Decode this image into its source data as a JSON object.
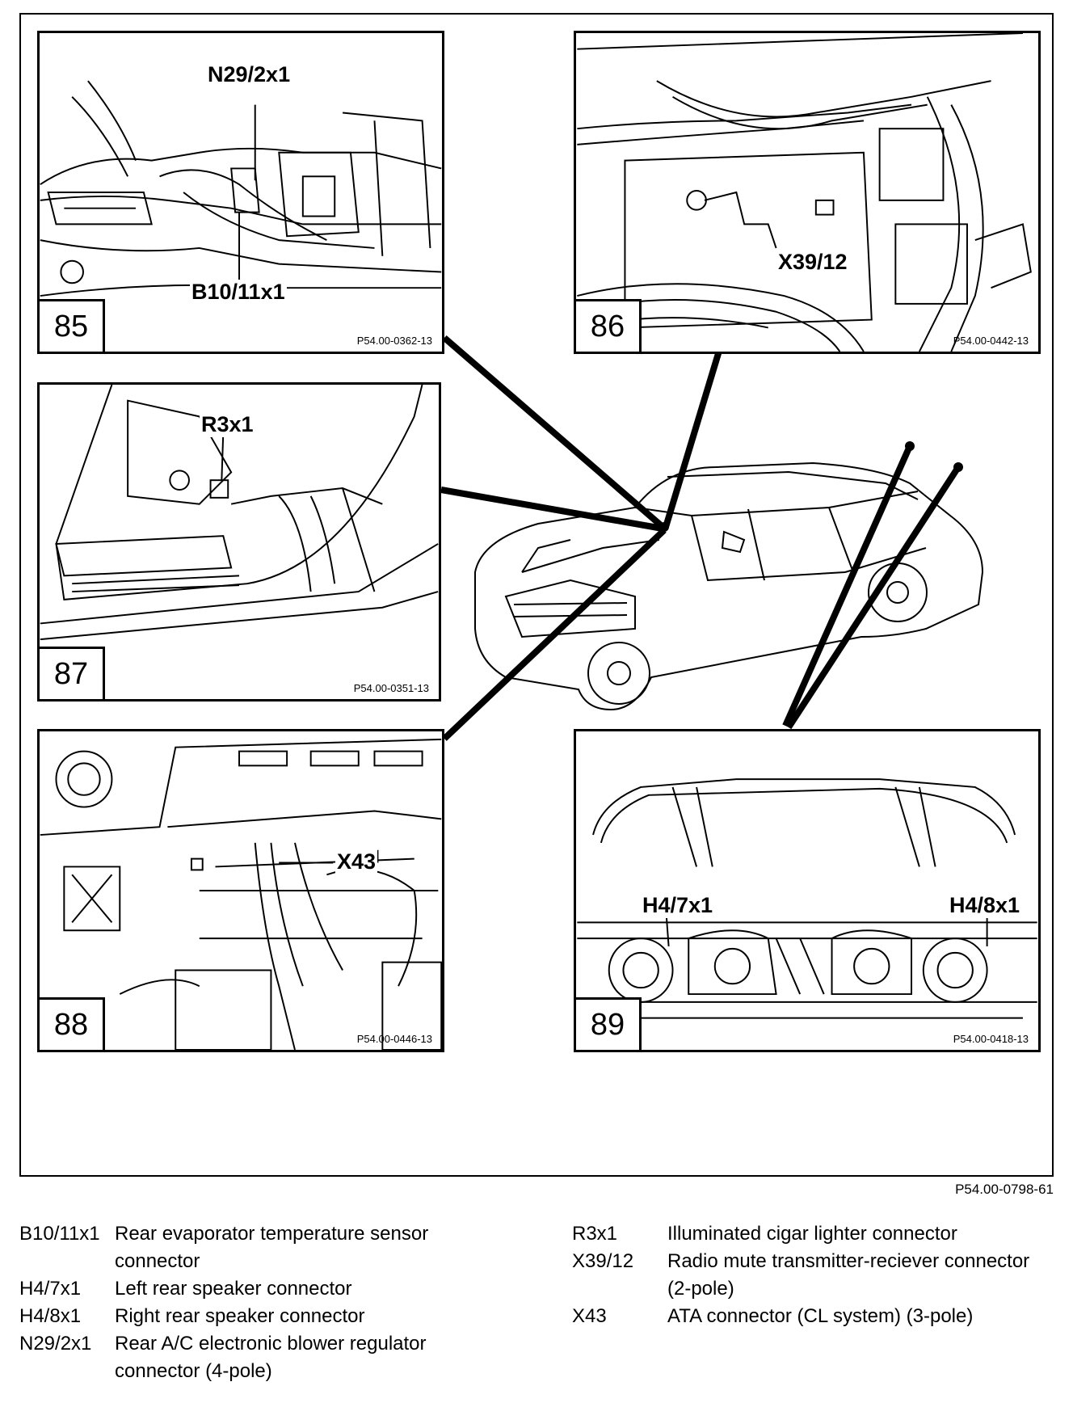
{
  "panels": [
    {
      "number": "85",
      "code": "P54.00-0362-13",
      "callouts": [
        "N29/2x1",
        "B10/11x1"
      ]
    },
    {
      "number": "86",
      "code": "P54.00-0442-13",
      "callouts": [
        "X39/12"
      ]
    },
    {
      "number": "87",
      "code": "P54.00-0351-13",
      "callouts": [
        "R3x1"
      ]
    },
    {
      "number": "88",
      "code": "P54.00-0446-13",
      "callouts": [
        "X43"
      ]
    },
    {
      "number": "89",
      "code": "P54.00-0418-13",
      "callouts": [
        "H4/7x1",
        "H4/8x1"
      ]
    }
  ],
  "drawing_code": "P54.00-0798-61",
  "legend_left": [
    {
      "code": "B10/11x1",
      "desc": "Rear evaporator temperature sensor connector"
    },
    {
      "code": "H4/7x1",
      "desc": "Left rear speaker connector"
    },
    {
      "code": "H4/8x1",
      "desc": "Right rear speaker connector"
    },
    {
      "code": "N29/2x1",
      "desc": "Rear A/C electronic blower regulator connector (4-pole)"
    }
  ],
  "legend_right": [
    {
      "code": "R3x1",
      "desc": "Illuminated cigar lighter connector"
    },
    {
      "code": "X39/12",
      "desc": "Radio mute transmitter-reciever connector (2-pole)"
    },
    {
      "code": "X43",
      "desc": "ATA connector (CL system) (3-pole)"
    }
  ]
}
